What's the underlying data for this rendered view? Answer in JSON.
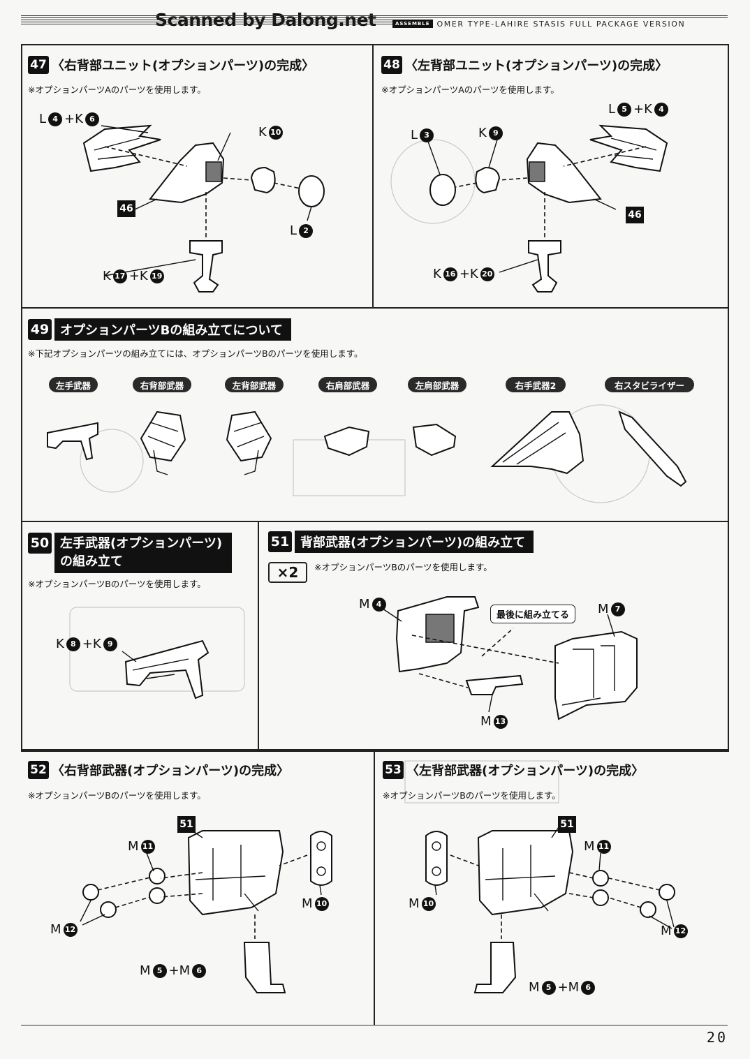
{
  "header": {
    "watermark": "Scanned by Dalong.net",
    "badge": "ASSEMBLE",
    "title": "OMER TYPE-LAHIRE STASIS FULL PACKAGE VERSION"
  },
  "steps": {
    "s47": {
      "num": "47",
      "title": "〈右背部ユニット(オプションパーツ)の完成〉",
      "note": "※オプションパーツAのパーツを使用します。",
      "labels": {
        "a_pre": "L",
        "a1": "4",
        "a_mid": "+K",
        "a2": "6",
        "b_pre": "K",
        "b1": "10",
        "c_pre": "L",
        "c1": "2",
        "d_pre": "K",
        "d1": "17",
        "d_mid": "+K",
        "d2": "19",
        "sq": "46"
      }
    },
    "s48": {
      "num": "48",
      "title": "〈左背部ユニット(オプションパーツ)の完成〉",
      "note": "※オプションパーツAのパーツを使用します。",
      "labels": {
        "a_pre": "L",
        "a1": "5",
        "a_mid": "+K",
        "a2": "4",
        "b_pre": "L",
        "b1": "3",
        "c_pre": "K",
        "c1": "9",
        "d_pre": "K",
        "d1": "16",
        "d_mid": "+K",
        "d2": "20",
        "sq": "46"
      }
    },
    "s49": {
      "num": "49",
      "title": "オプションパーツBの組み立てについて",
      "note": "※下記オプションパーツの組み立てには、オプションパーツBのパーツを使用します。",
      "items": [
        "左手武器",
        "右背部武器",
        "左背部武器",
        "右肩部武器",
        "左肩部武器",
        "右手武器2",
        "右スタビライザー"
      ]
    },
    "s50": {
      "num": "50",
      "title_line1": "左手武器(オプションパーツ)",
      "title_line2": "の組み立て",
      "note": "※オプションパーツBのパーツを使用します。",
      "labels": {
        "a_pre": "K",
        "a1": "8",
        "a_mid": "+K",
        "a2": "9"
      }
    },
    "s51": {
      "num": "51",
      "title": "背部武器(オプションパーツ)の組み立て",
      "multiplier": "×2",
      "note": "※オプションパーツBのパーツを使用します。",
      "callout": "最後に組み立てる",
      "labels": {
        "a_pre": "M",
        "a1": "4",
        "b_pre": "M",
        "b1": "7",
        "c_pre": "M",
        "c1": "13"
      }
    },
    "s52": {
      "num": "52",
      "title": "〈右背部武器(オプションパーツ)の完成〉",
      "note": "※オプションパーツBのパーツを使用します。",
      "labels": {
        "sq": "51",
        "a_pre": "M",
        "a1": "11",
        "b_pre": "M",
        "b1": "12",
        "c_pre": "M",
        "c1": "10",
        "d_pre": "M",
        "d1": "5",
        "d_mid": "+M",
        "d2": "6"
      }
    },
    "s53": {
      "num": "53",
      "title": "〈左背部武器(オプションパーツ)の完成〉",
      "note": "※オプションパーツBのパーツを使用します。",
      "labels": {
        "sq": "51",
        "a_pre": "M",
        "a1": "11",
        "b_pre": "M",
        "b1": "12",
        "c_pre": "M",
        "c1": "10",
        "d_pre": "M",
        "d1": "5",
        "d_mid": "+M",
        "d2": "6"
      }
    }
  },
  "page_number": "20"
}
